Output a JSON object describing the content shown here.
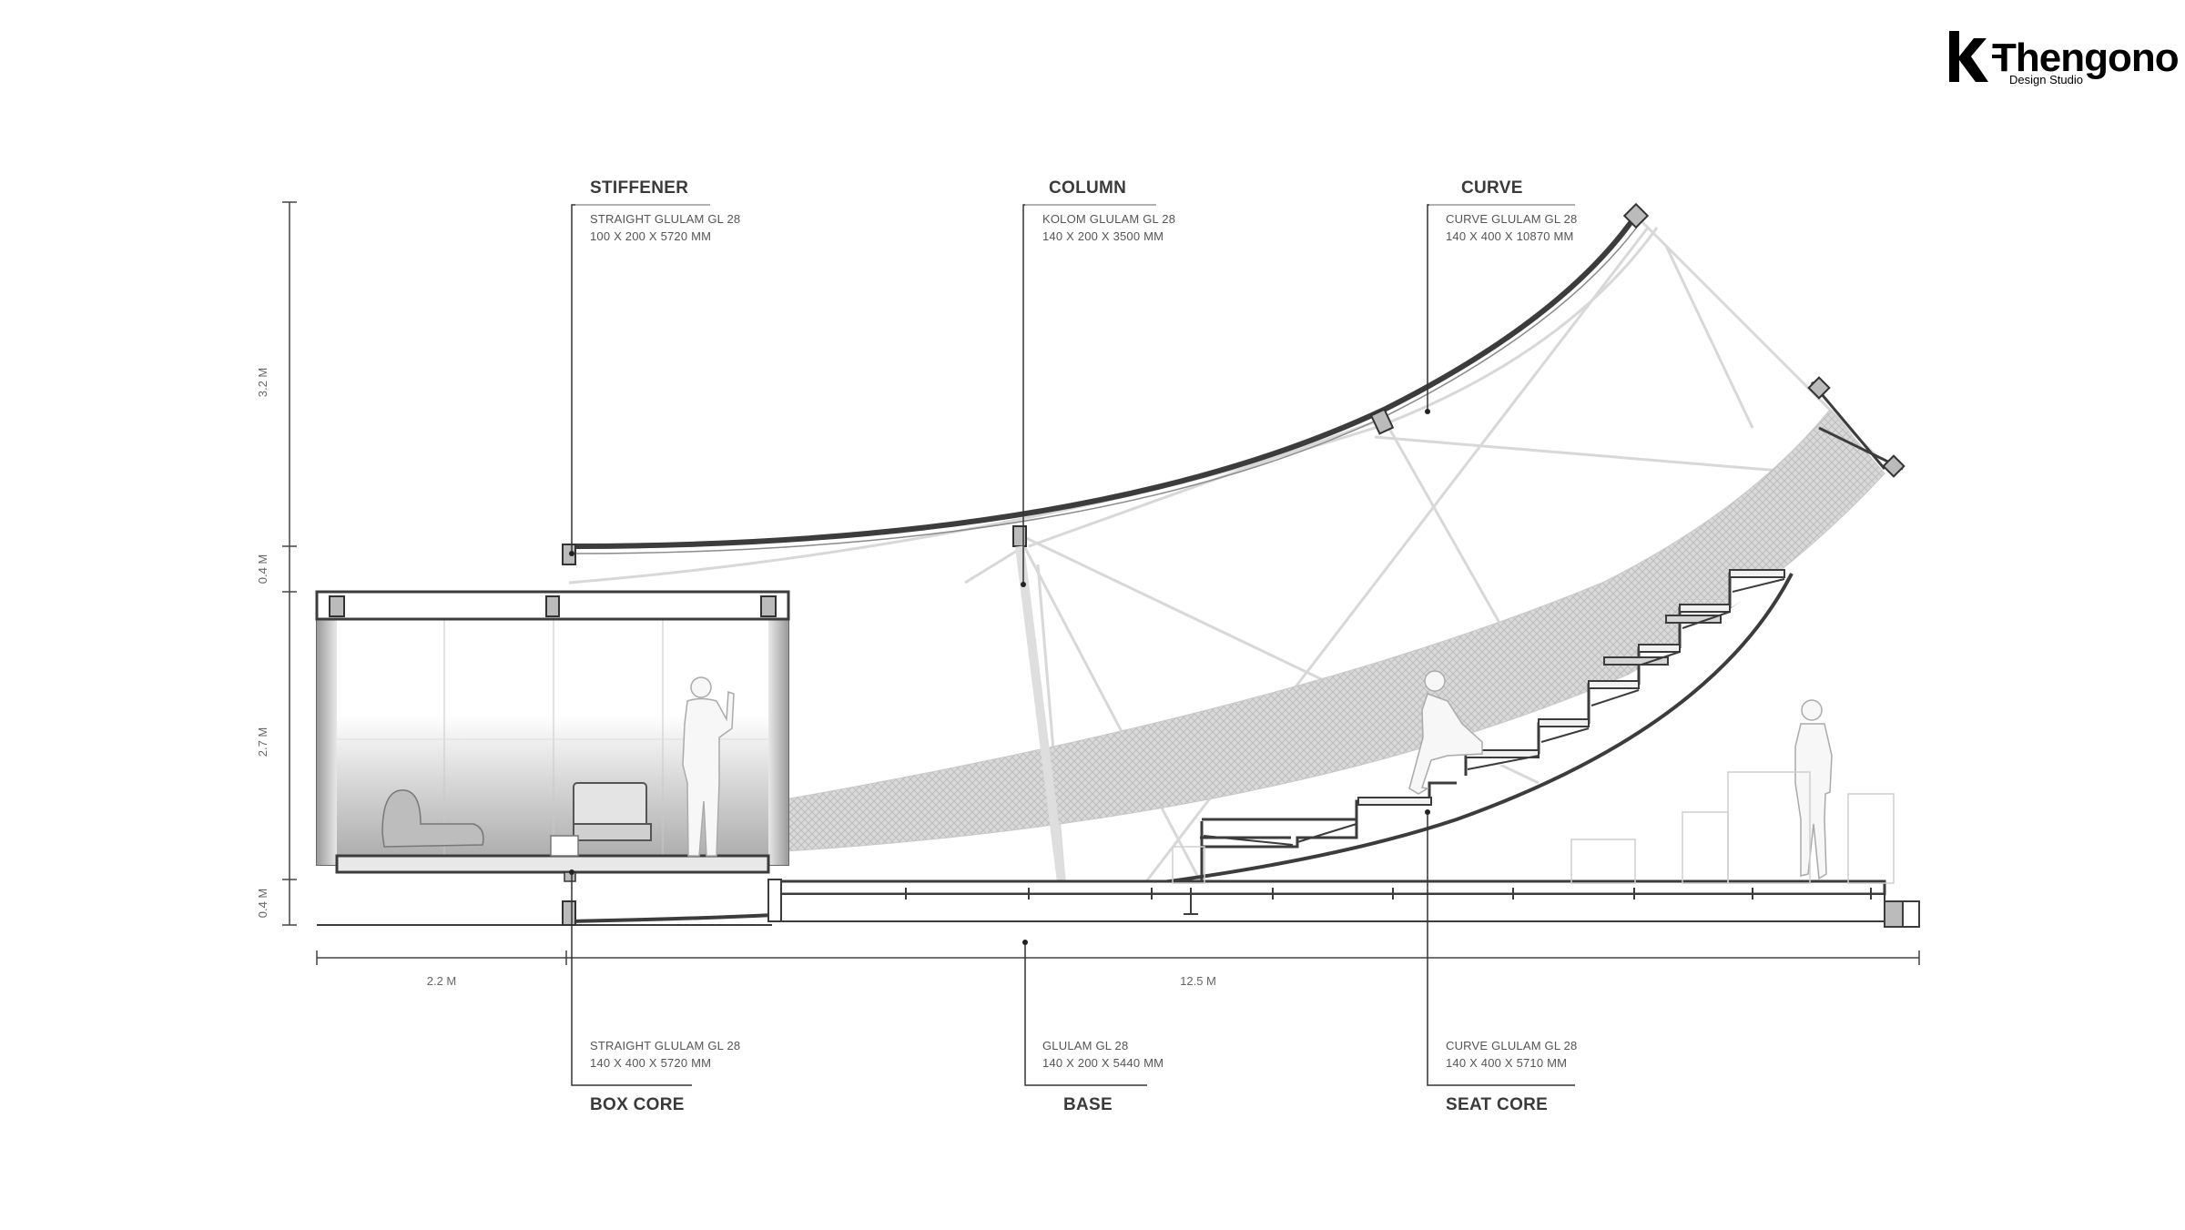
{
  "logo": {
    "name": "Thengono",
    "tagline": "Design Studio"
  },
  "callouts": {
    "stiffener": {
      "title": "STIFFENER",
      "line1": "STRAIGHT GLULAM GL 28",
      "line2": "100 X 200 X 5720 MM"
    },
    "column": {
      "title": "COLUMN",
      "line1": "KOLOM GLULAM GL 28",
      "line2": "140 X 200 X 3500 MM"
    },
    "curve": {
      "title": "CURVE",
      "line1": "CURVE GLULAM GL 28",
      "line2": "140 X 400 X 10870 MM"
    },
    "box_core": {
      "title": "BOX CORE",
      "line1": "STRAIGHT GLULAM GL 28",
      "line2": "140 X 400 X 5720 MM"
    },
    "base": {
      "title": "BASE",
      "line1": "GLULAM GL 28",
      "line2": "140 X 200 X 5440 MM"
    },
    "seat_core": {
      "title": "SEAT CORE",
      "line1": "CURVE GLULAM GL 28",
      "line2": "140 X 400 X 5710 MM"
    }
  },
  "dimensions": {
    "vertical": [
      "3.2 M",
      "0.4 M",
      "2.7 M",
      "0.4 M"
    ],
    "horizontal": [
      "2.2 M",
      "12.5 M"
    ]
  }
}
